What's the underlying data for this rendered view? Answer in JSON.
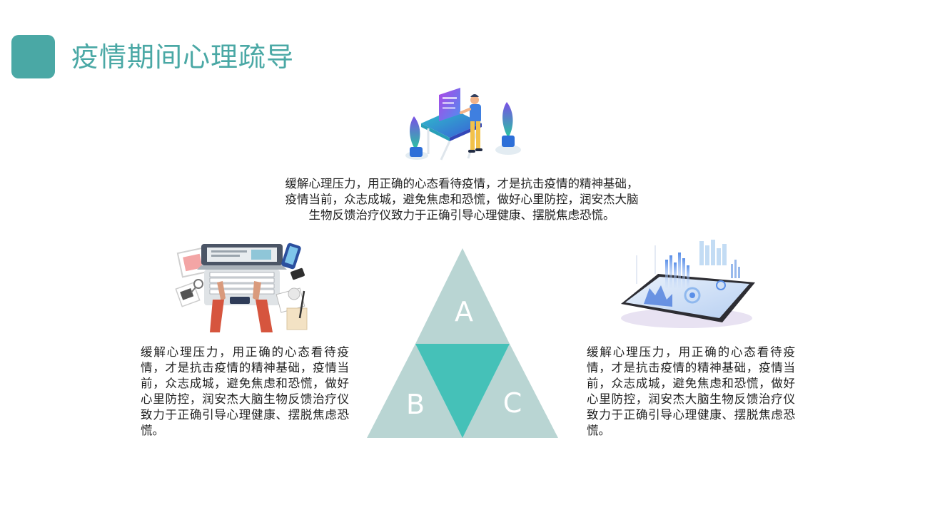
{
  "slide": {
    "title": "疫情期间心理疏导",
    "accent_color": "#4aa8a5",
    "triangle_light_color": "#b9d5d3",
    "triangle_center_color": "#45c1b8"
  },
  "triangle": {
    "labels": [
      "A",
      "B",
      "C"
    ]
  },
  "blocks": {
    "top": {
      "text": "缓解心理压力，用正确的心态看待疫情，才是抗击疫情的精神基础，疫情当前，众志成城，避免焦虑和恐慌，做好心里防控，润安杰大脑生物反馈治疗仪致力于正确引导心理健康、摆脱焦虑恐慌。",
      "icon": "person-at-computer-illustration"
    },
    "left": {
      "text": "缓解心理压力，用正确的心态看待疫情，才是抗击疫情的精神基础，疫情当前，众志成城，避免焦虑和恐慌，做好心里防控，润安杰大脑生物反馈治疗仪致力于正确引导心理健康、摆脱焦虑恐慌。",
      "icon": "laptop-desk-illustration"
    },
    "right": {
      "text": "缓解心理压力，用正确的心态看待疫情，才是抗击疫情的精神基础，疫情当前，众志成城，避免焦虑和恐慌，做好心里防控，润安杰大脑生物反馈治疗仪致力于正确引导心理健康、摆脱焦虑恐慌。",
      "icon": "phone-data-charts-illustration"
    }
  }
}
